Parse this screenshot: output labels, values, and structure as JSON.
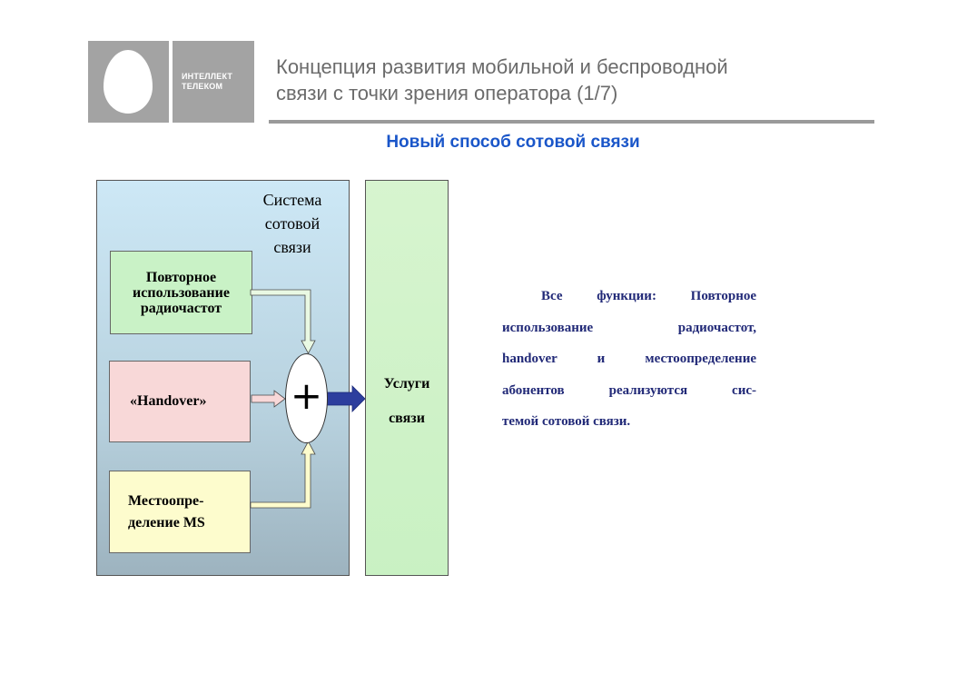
{
  "logo": {
    "line1": "ИНТЕЛЛЕКТ",
    "line2": "ТЕЛЕКОМ"
  },
  "header": {
    "title_line1": "Концепция развития мобильной и беспроводной",
    "title_line2": "связи с точки зрения оператора (1/7)"
  },
  "subtitle": "Новый способ сотовой связи",
  "diagram": {
    "system_label_lines": [
      "Система",
      "сотовой",
      "связи"
    ],
    "reuse_lines": [
      "Повторное",
      "использование",
      "радиочастот"
    ],
    "handover": "«Handover»",
    "location_lines": [
      "Местоопре-",
      "деление MS"
    ],
    "plus": "+",
    "services_lines": [
      "Услуги",
      "связи"
    ]
  },
  "description_lines": [
    "Все функции: Повторное",
    "использование радиочастот,",
    "handover и местоопределение",
    "абонентов реализуются сис-",
    "темой сотовой связи."
  ],
  "colors": {
    "title": "#6b6b6b",
    "subtitle": "#1a56c9",
    "description": "#222a78",
    "arrow_out": "#2d3e9e"
  }
}
